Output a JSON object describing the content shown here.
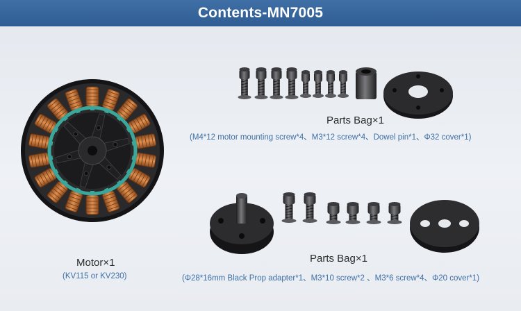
{
  "header": {
    "title": "Contents-MN7005",
    "color": "#3f6fa6"
  },
  "motor": {
    "label": "Motor×1",
    "subtitle": "(KV115 or KV230)"
  },
  "parts_bag_1": {
    "label": "Parts Bag×1",
    "subtitle": "(M4*12 motor mounting screw*4、M3*12 screw*4、Dowel pin*1、Φ32 cover*1)"
  },
  "parts_bag_2": {
    "label": "Parts Bag×1",
    "subtitle": "(Φ28*16mm Black Prop adapter*1、M3*10 screw*2 、M3*6 screw*4、Φ20 cover*1)"
  },
  "colors": {
    "copper": "#c7743a",
    "teal": "#3aa79a",
    "black": "#1b1b1d",
    "accent": "#3f6fa6"
  }
}
